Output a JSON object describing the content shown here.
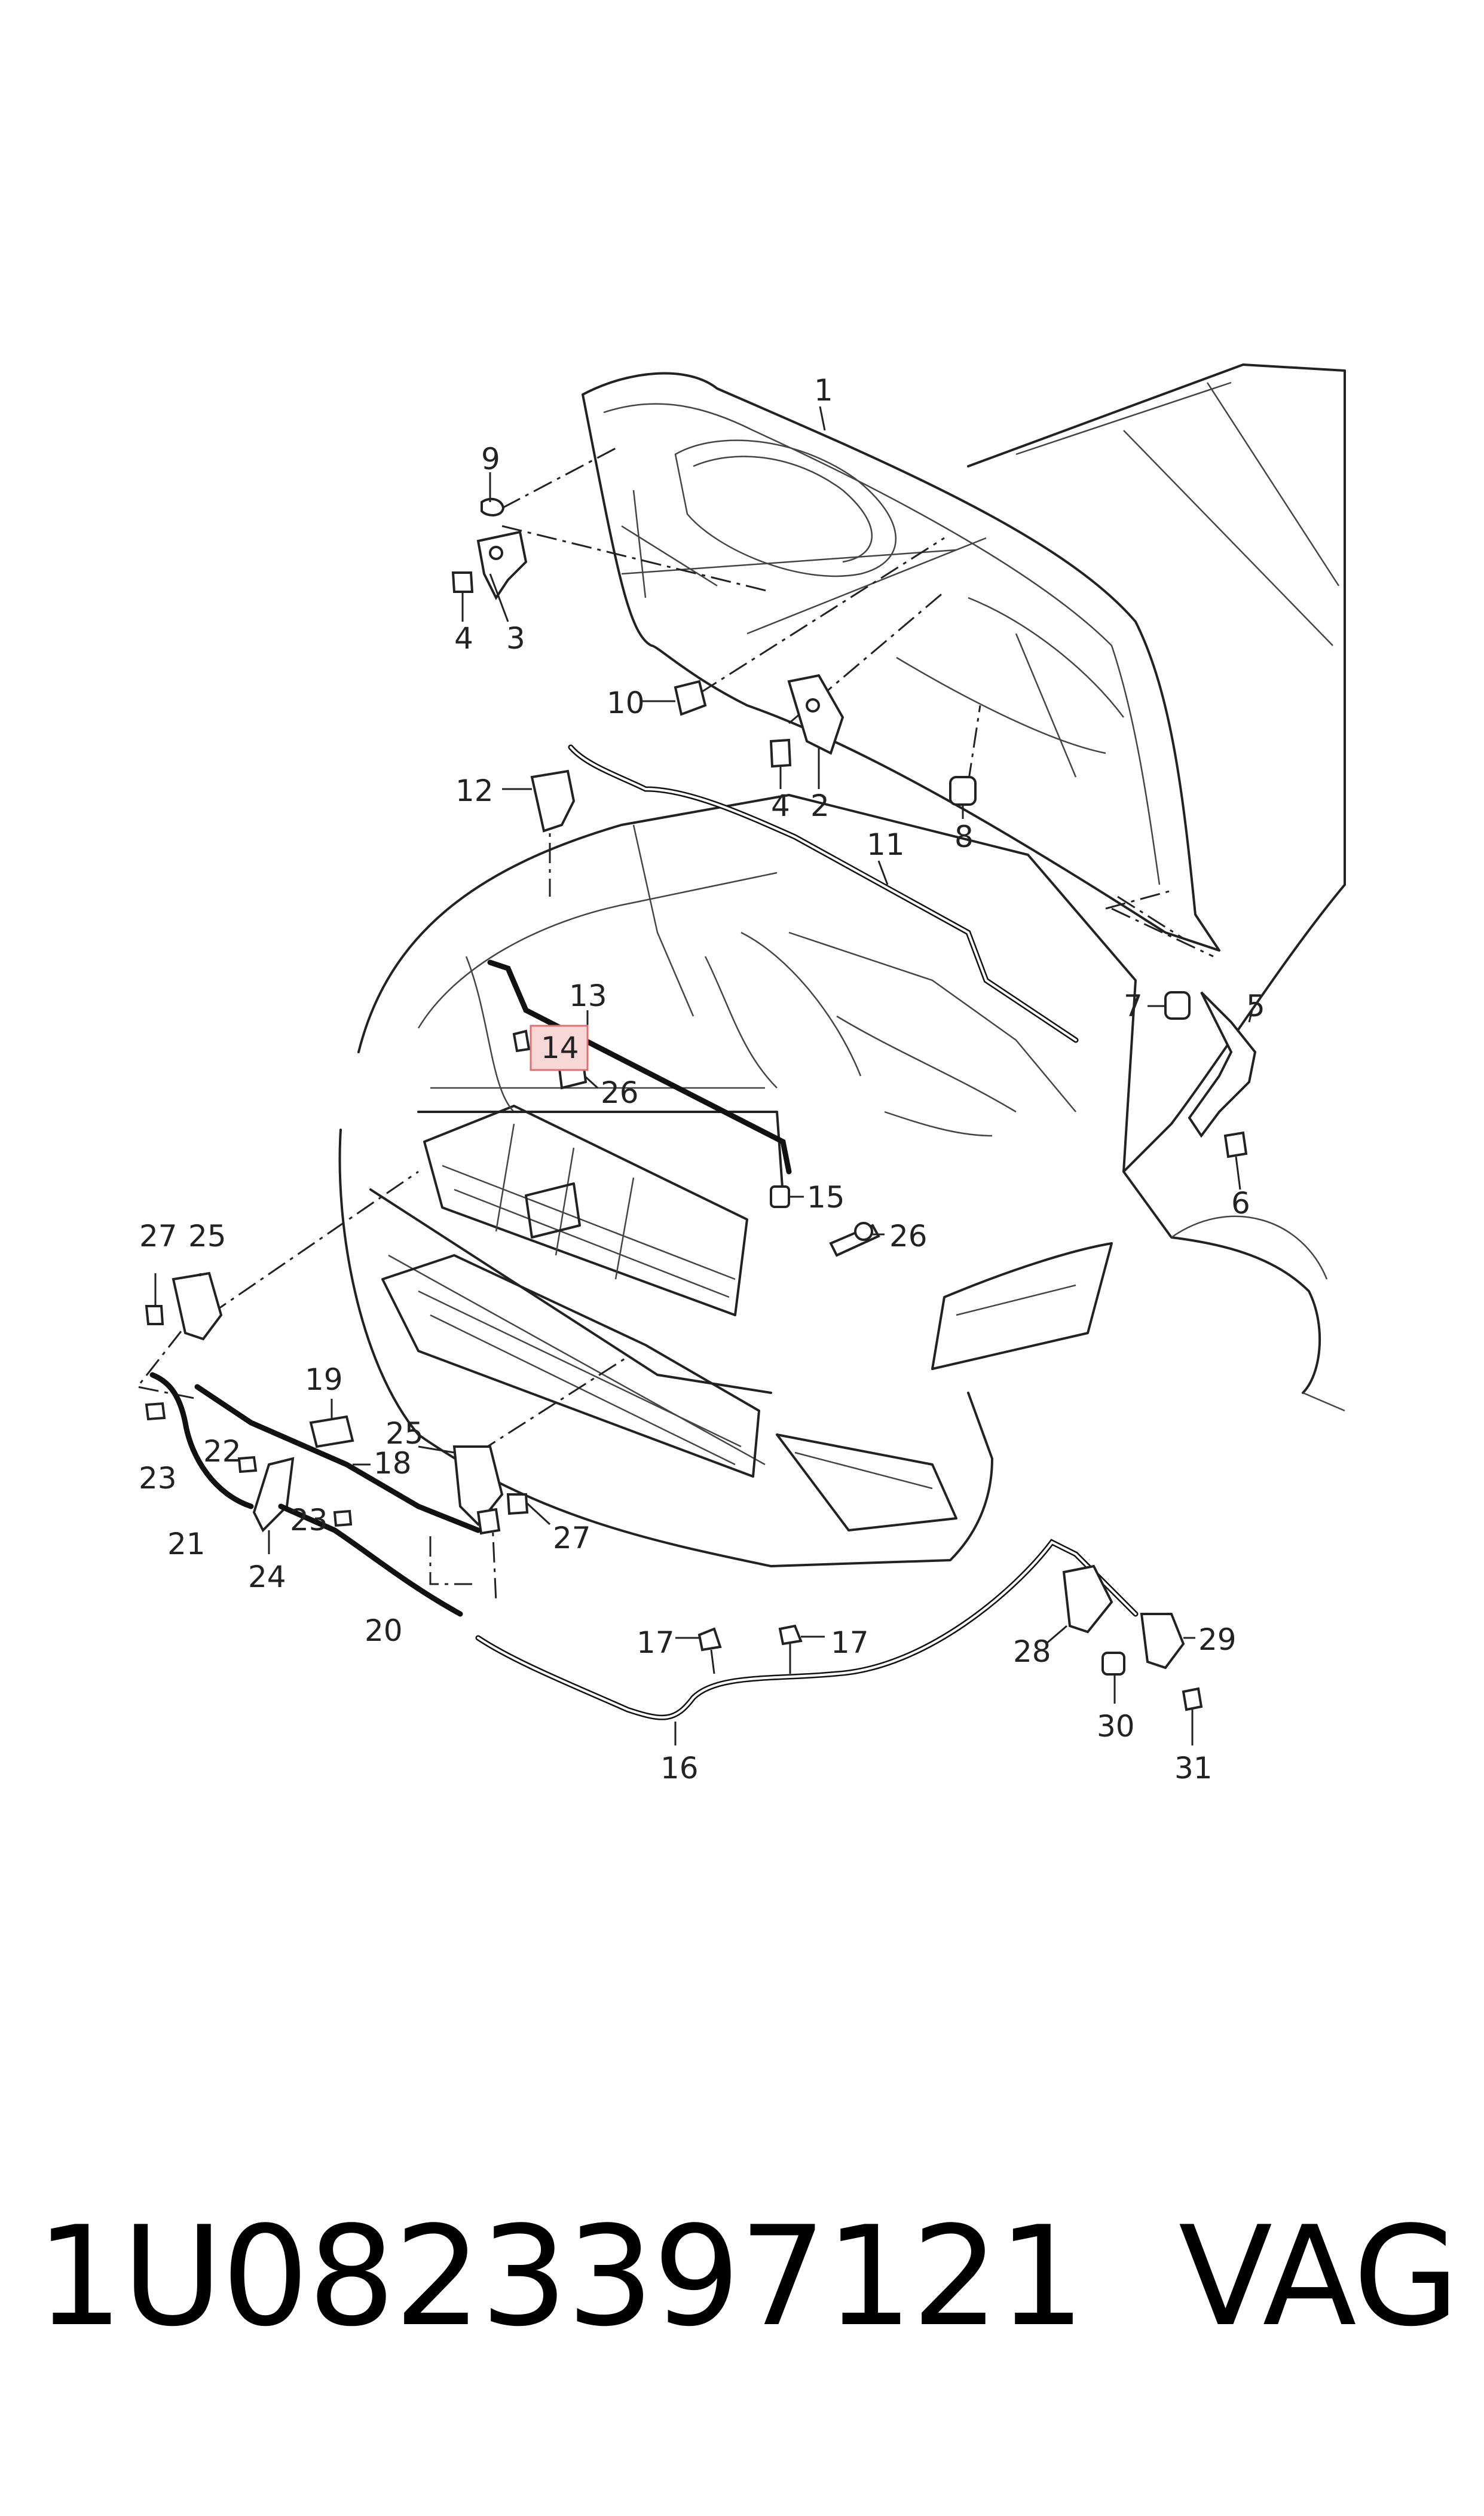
{
  "part_number": "1U0823397121",
  "brand": "VAG",
  "highlighted_callout": "14",
  "callouts": [
    {
      "id": "c1",
      "label": "1"
    },
    {
      "id": "c9",
      "label": "9"
    },
    {
      "id": "c4a",
      "label": "4"
    },
    {
      "id": "c3",
      "label": "3"
    },
    {
      "id": "c10",
      "label": "10"
    },
    {
      "id": "c4b",
      "label": "4"
    },
    {
      "id": "c2",
      "label": "2"
    },
    {
      "id": "c8",
      "label": "8"
    },
    {
      "id": "c12",
      "label": "12"
    },
    {
      "id": "c11",
      "label": "11"
    },
    {
      "id": "c13",
      "label": "13"
    },
    {
      "id": "c14",
      "label": "14"
    },
    {
      "id": "c26a",
      "label": "26"
    },
    {
      "id": "c7",
      "label": "7"
    },
    {
      "id": "c5",
      "label": "5"
    },
    {
      "id": "c6",
      "label": "6"
    },
    {
      "id": "c15",
      "label": "15"
    },
    {
      "id": "c26b",
      "label": "26"
    },
    {
      "id": "c27a",
      "label": "27"
    },
    {
      "id": "c25a",
      "label": "25"
    },
    {
      "id": "c19",
      "label": "19"
    },
    {
      "id": "c18",
      "label": "18"
    },
    {
      "id": "c22",
      "label": "22"
    },
    {
      "id": "c23a",
      "label": "23"
    },
    {
      "id": "c21",
      "label": "21"
    },
    {
      "id": "c23b",
      "label": "23"
    },
    {
      "id": "c24",
      "label": "24"
    },
    {
      "id": "c20",
      "label": "20"
    },
    {
      "id": "c25b",
      "label": "25"
    },
    {
      "id": "c27b",
      "label": "27"
    },
    {
      "id": "c17a",
      "label": "17"
    },
    {
      "id": "c17b",
      "label": "17"
    },
    {
      "id": "c16",
      "label": "16"
    },
    {
      "id": "c28",
      "label": "28"
    },
    {
      "id": "c29",
      "label": "29"
    },
    {
      "id": "c30",
      "label": "30"
    },
    {
      "id": "c31",
      "label": "31"
    }
  ]
}
